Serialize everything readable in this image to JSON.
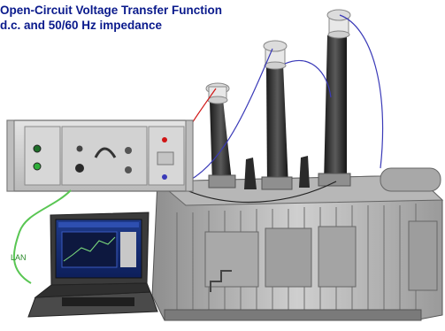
{
  "title": {
    "line1": "Open-Circuit Voltage Transfer Function",
    "line2": "d.c. and 50/60 Hz impedance"
  },
  "labels": {
    "lan": "LAN"
  },
  "icons": {
    "instrument": "test-instrument-icon",
    "laptop": "laptop-icon",
    "transformer": "power-transformer-icon"
  },
  "colors": {
    "title": "#0a1a8c",
    "lan_cable": "#59c653",
    "red_cable": "#d01414",
    "blue_cable": "#3a3ab8"
  }
}
